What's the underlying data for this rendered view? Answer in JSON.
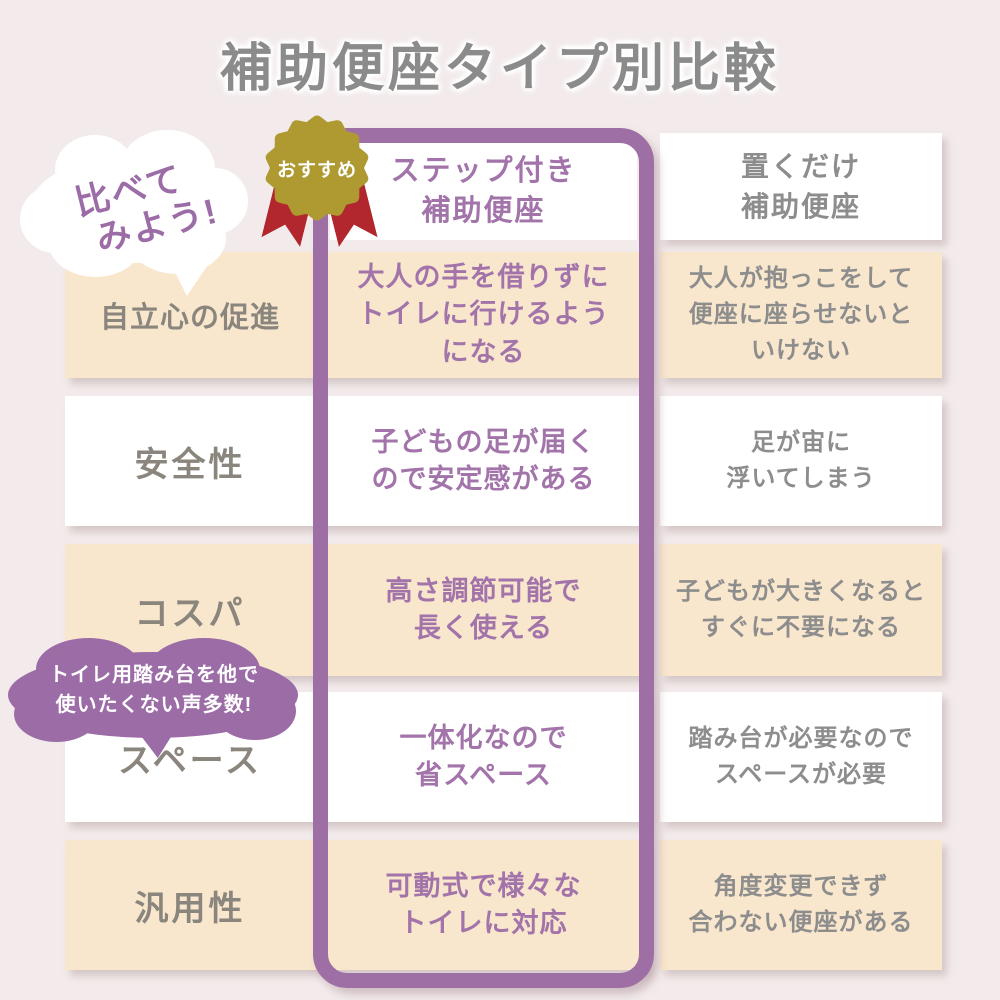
{
  "title": "補助便座タイプ別比較",
  "speech_bubble": {
    "line1": "比べて",
    "line2": "みよう!"
  },
  "badge": {
    "label": "おすすめ"
  },
  "columns": {
    "step": "ステップ付き\n補助便座",
    "place": "置くだけ\n補助便座"
  },
  "rows": [
    {
      "label": "自立心の促進",
      "step": "大人の手を借りずに\nトイレに行けるよう\nになる",
      "place": "大人が抱っこをして\n便座に座らせないと\nいけない"
    },
    {
      "label": "安全性",
      "step": "子どもの足が届く\nので安定感がある",
      "place": "足が宙に\n浮いてしまう"
    },
    {
      "label": "コスパ",
      "step": "高さ調節可能で\n長く使える",
      "place": "子どもが大きくなると\nすぐに不要になる"
    },
    {
      "label": "スペース",
      "step": "一体化なので\n省スペース",
      "place": "踏み台が必要なので\nスペースが必要"
    },
    {
      "label": "汎用性",
      "step": "可動式で様々な\nトイレに対応",
      "place": "角度変更できず\n合わない便座がある"
    }
  ],
  "callout": "トイレ用踏み台を他で\n使いたくない声多数!",
  "colors": {
    "background": "#f3ebeb",
    "row_peach": "#f8e7cd",
    "row_white": "#ffffff",
    "frame_purple": "#9d6fa4",
    "text_purple": "#a274aa",
    "text_gray": "#8d8d8d",
    "label_gray": "#8a857d",
    "title_gray": "#8b8b8b",
    "badge_gold": "#ae9a31",
    "ribbon_red": "#b2262e",
    "callout_purple": "#9c6ca6"
  }
}
